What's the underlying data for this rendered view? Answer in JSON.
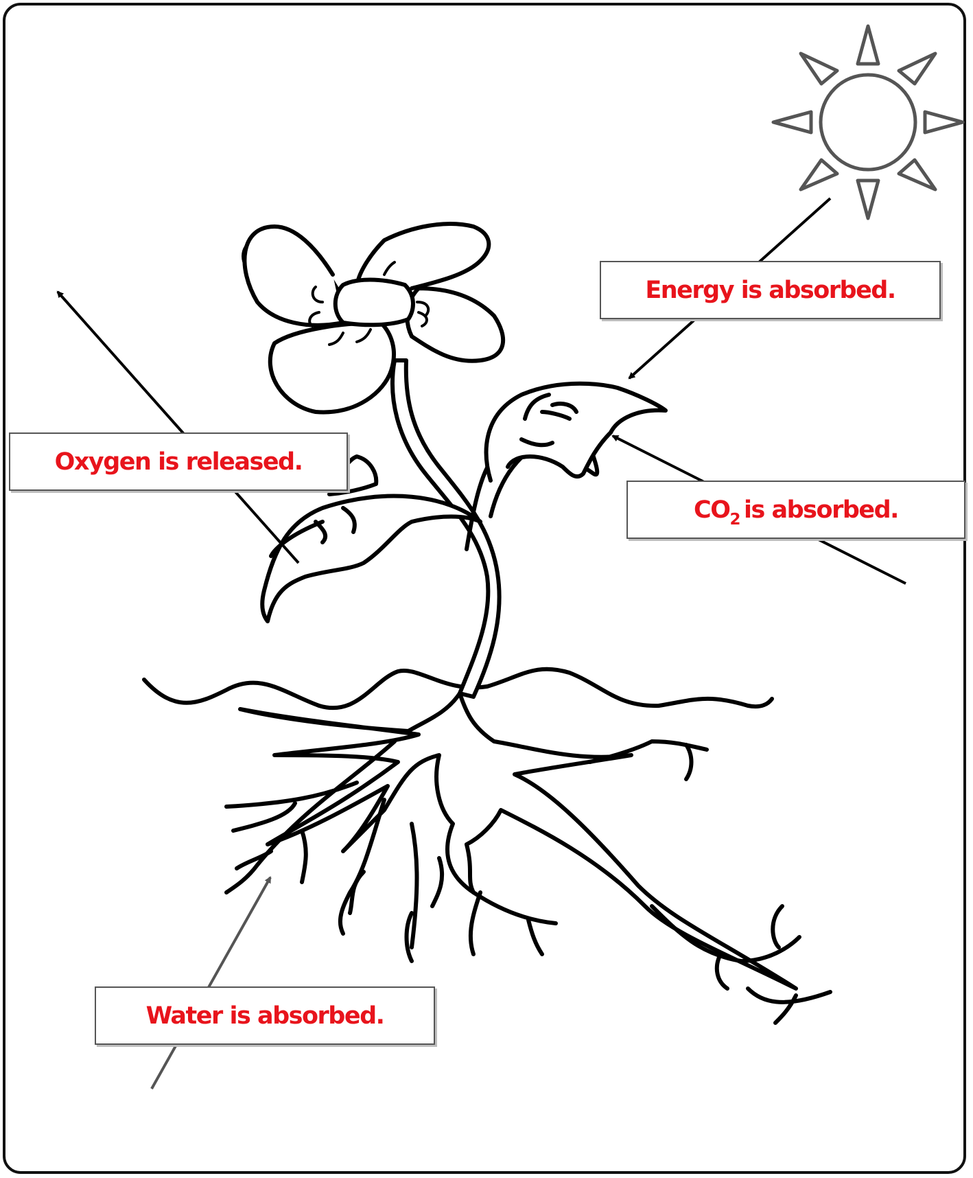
{
  "label_color": "#e8141c",
  "labels": {
    "energy": "Energy is absorbed.",
    "oxygen": "Oxygen is released.",
    "co2_main": "CO",
    "co2_sub": "2",
    "co2_rest": "is absorbed.",
    "water": "Water is absorbed."
  },
  "icons": {
    "sun": "sun-icon",
    "plant": "plant-drawing"
  }
}
